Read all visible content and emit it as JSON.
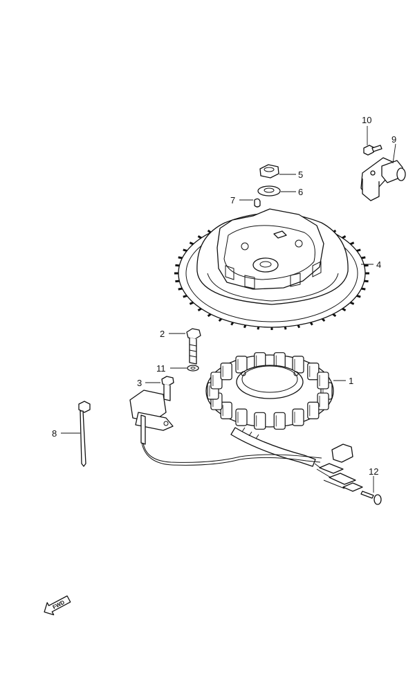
{
  "callouts": {
    "c1": "1",
    "c2": "2",
    "c3": "3",
    "c4": "4",
    "c5": "5",
    "c6": "6",
    "c7": "7",
    "c8": "8",
    "c9": "9",
    "c10": "10",
    "c11": "11",
    "c12": "12"
  },
  "fwd_label": "FWD"
}
